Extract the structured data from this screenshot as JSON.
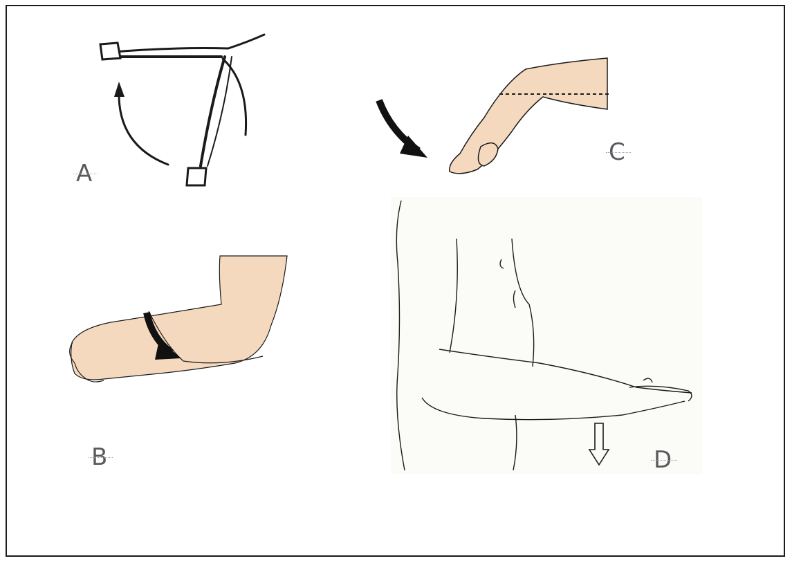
{
  "panels": {
    "a": {
      "label": "A"
    },
    "b": {
      "label": "B"
    },
    "c": {
      "label": "C"
    },
    "d": {
      "label": "D"
    }
  },
  "colors": {
    "skin": "#f5d9bf",
    "line": "#1a1a1a",
    "arrow": "#111111",
    "background": "#ffffff"
  }
}
